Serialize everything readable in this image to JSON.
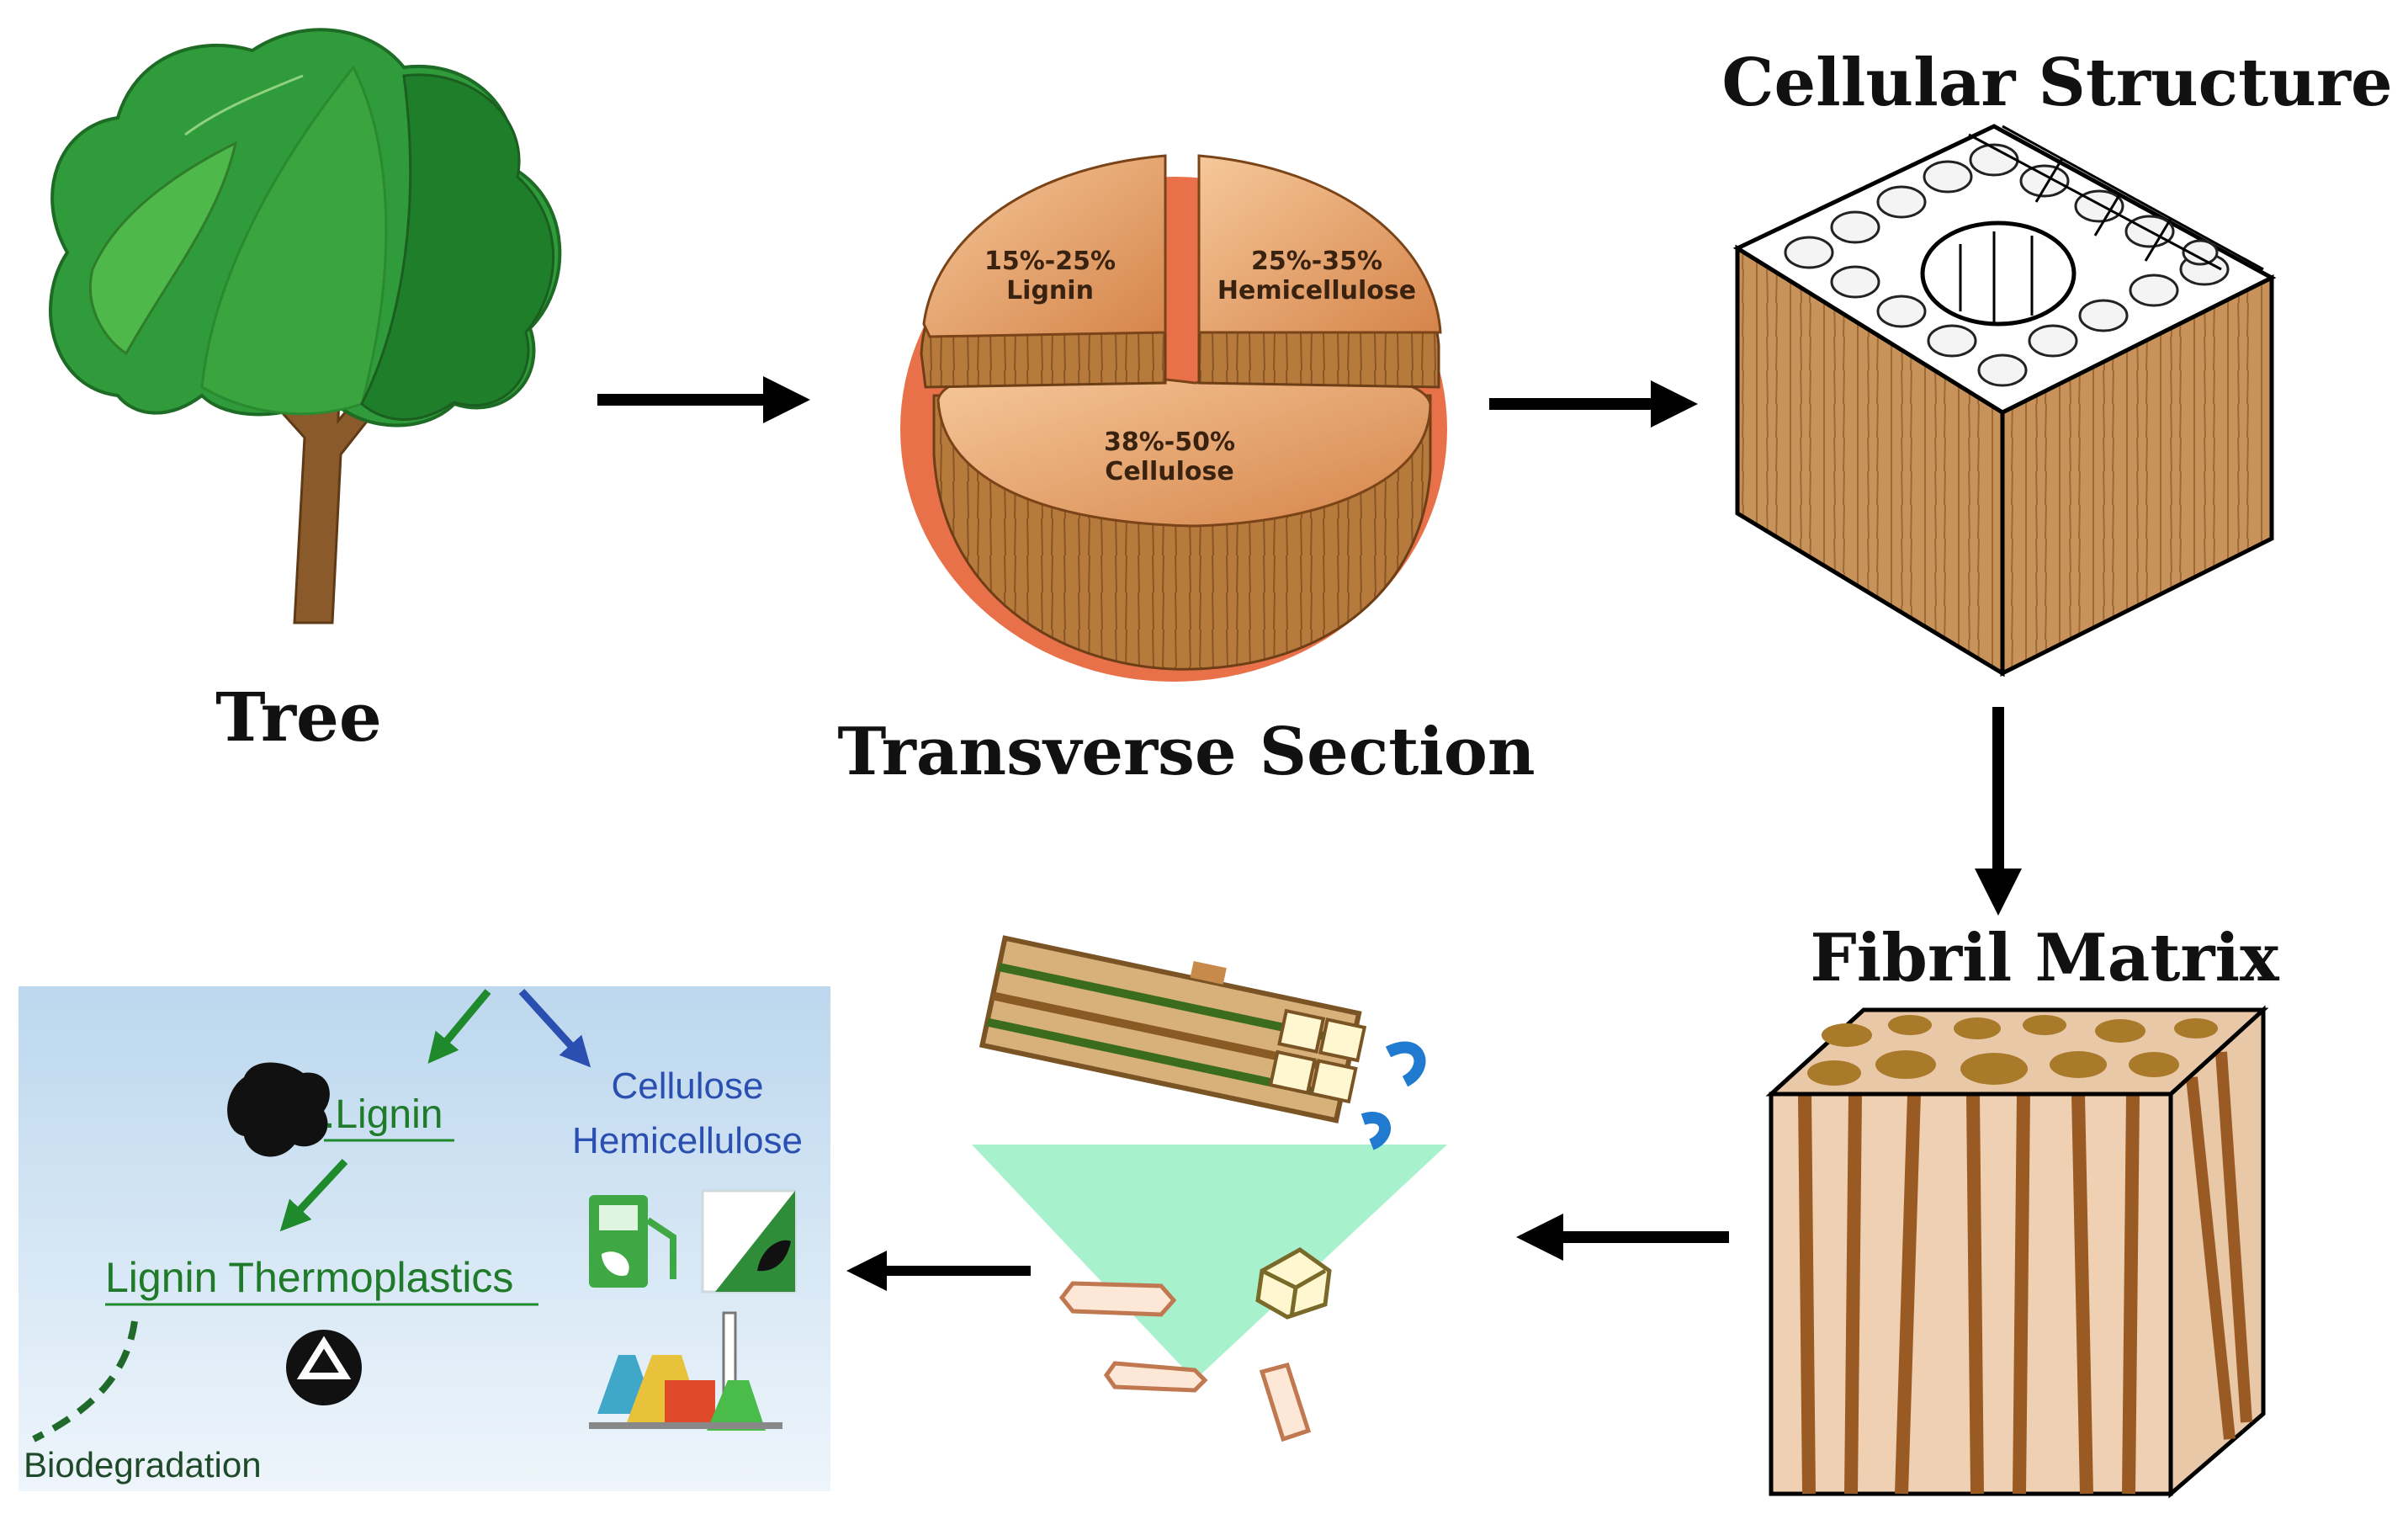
{
  "stages": {
    "tree": "Tree",
    "transverse": "Transverse Section",
    "cellular": "Cellular Structure",
    "fibril": "Fibril Matrix"
  },
  "composition": {
    "lignin_pct": "15%-25%",
    "lignin": "Lignin",
    "hemicellulose_pct": "25%-35%",
    "hemicellulose": "Hemicellulose",
    "cellulose_pct": "38%-50%",
    "cellulose": "Cellulose"
  },
  "applications": {
    "lignin": ".Lignin",
    "cellulose": "Cellulose",
    "hemicellulose": "Hemicellulose",
    "thermoplastics": "Lignin Thermoplastics",
    "biodegradation": "Biodegradation"
  }
}
